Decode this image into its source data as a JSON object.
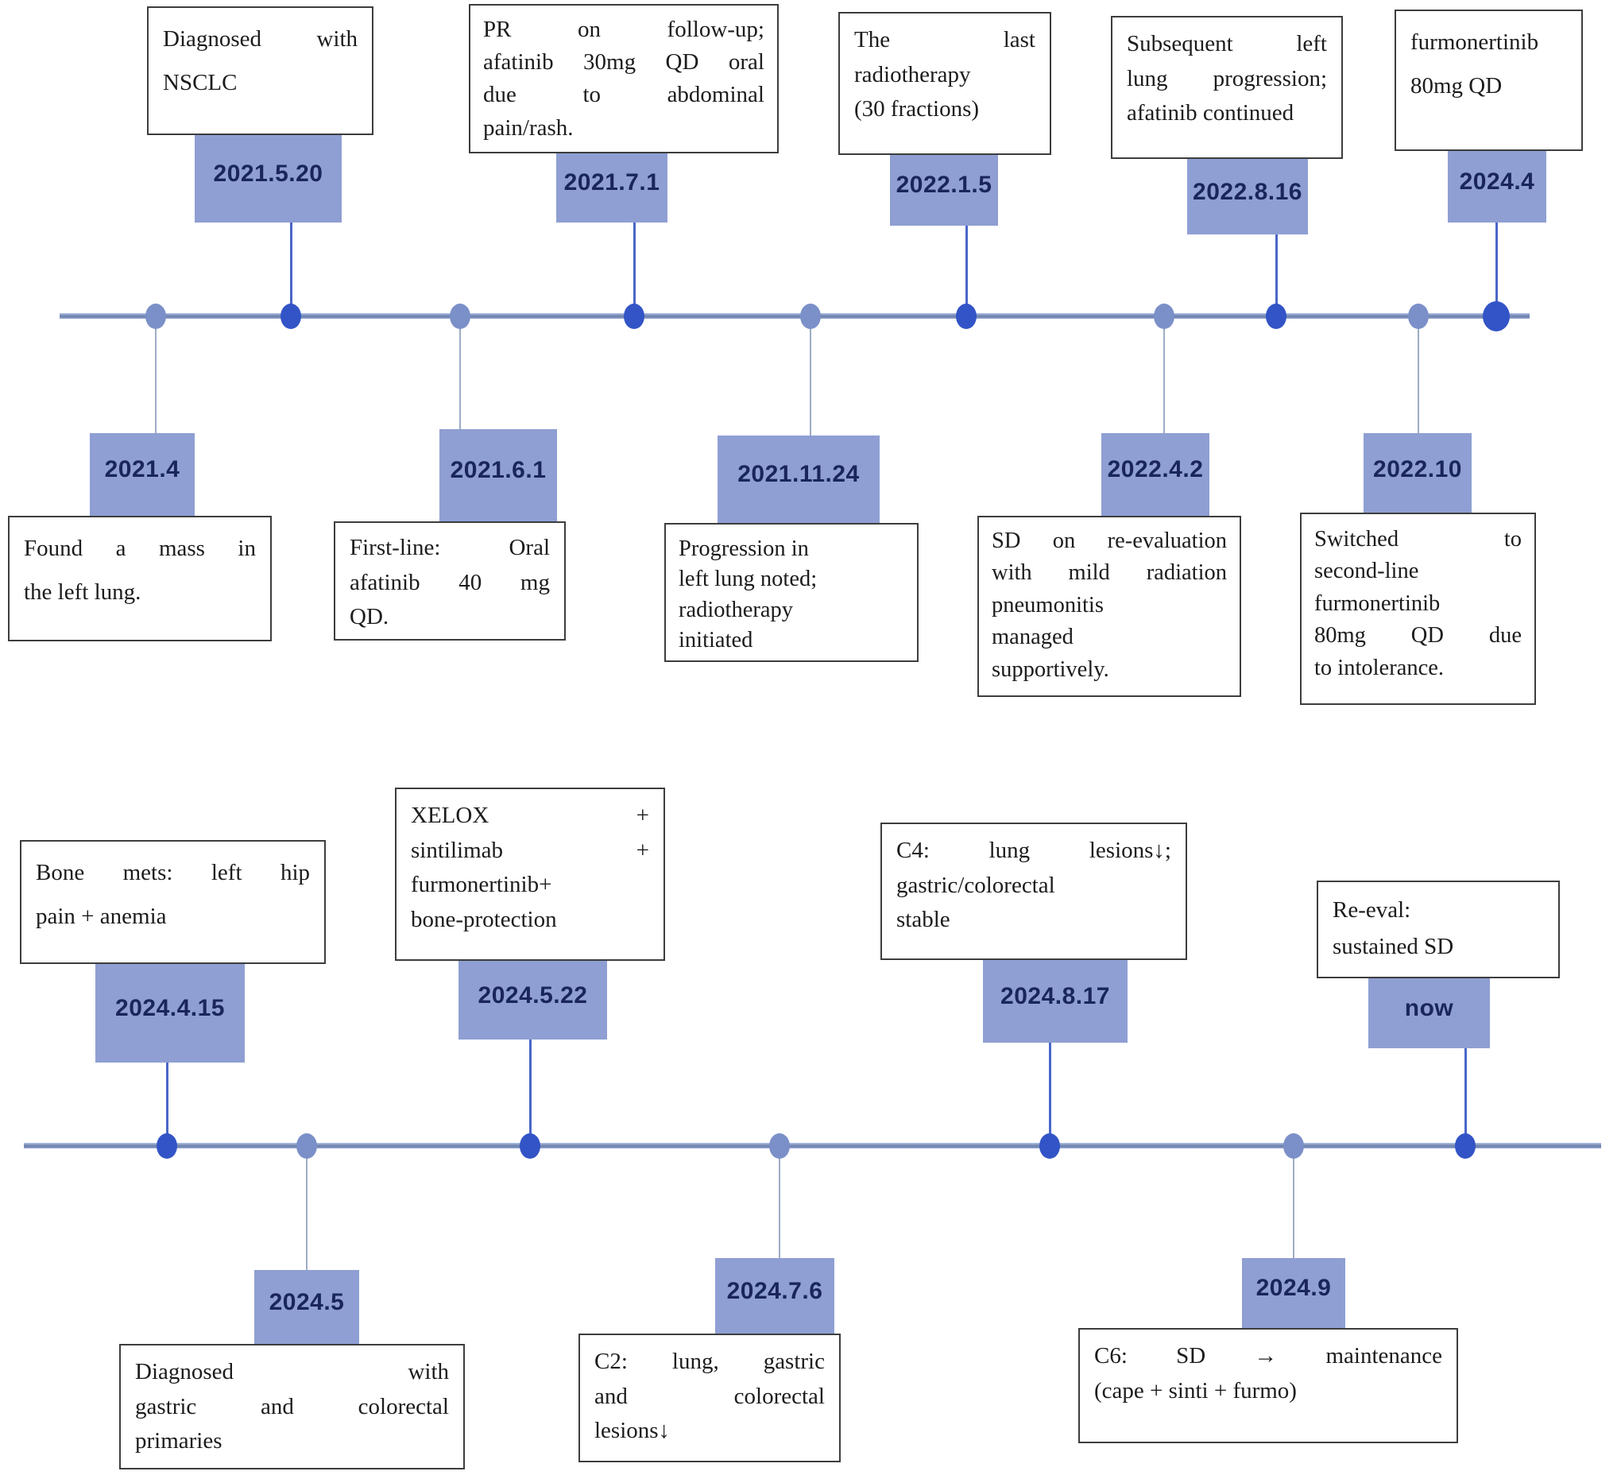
{
  "figure": {
    "type": "timeline-diagram",
    "colors": {
      "date_box_fill": "#8f9fd3",
      "date_text": "#1a265b",
      "dot_dark": "#3354c6",
      "dot_light": "#7b90c8",
      "axis_color": "#697ea9",
      "connector_above": "#4a66c8",
      "connector_below": "#9fabc6",
      "event_box_border": "#3d3d3d"
    },
    "timelines": [
      {
        "id": "nsclc-course",
        "events": [
          {
            "key": "found-mass",
            "date": "2021.4",
            "side": "below",
            "lines": [
              [
                "Found a mass in",
                1
              ],
              [
                "the left lung.",
                0
              ]
            ]
          },
          {
            "key": "diagnosed-nsclc",
            "date": "2021.5.20",
            "side": "above",
            "lines": [
              [
                "Diagnosed with",
                1
              ],
              [
                "NSCLC",
                0
              ]
            ]
          },
          {
            "key": "first-line-afatinib",
            "date": "2021.6.1",
            "side": "below",
            "lines": [
              [
                "First-line: Oral",
                1
              ],
              [
                "afatinib 40 mg",
                1
              ],
              [
                "QD.",
                0
              ]
            ]
          },
          {
            "key": "pr-follow-up",
            "date": "2021.7.1",
            "side": "above",
            "lines": [
              [
                "PR on follow-up;",
                1
              ],
              [
                "afatinib 30mg QD oral",
                1
              ],
              [
                "due to abdominal",
                1
              ],
              [
                "pain/rash.",
                0
              ]
            ]
          },
          {
            "key": "progression-left-lung",
            "date": "2021.11.24",
            "side": "below",
            "lines": [
              [
                "Progression in",
                0
              ],
              [
                "left lung noted;",
                0
              ],
              [
                "radiotherapy",
                0
              ],
              [
                "initiated",
                0
              ]
            ]
          },
          {
            "key": "last-radiotherapy",
            "date": "2022.1.5",
            "side": "above",
            "lines": [
              [
                "The last",
                1
              ],
              [
                "radiotherapy",
                0
              ],
              [
                "(30 fractions)",
                0
              ]
            ]
          },
          {
            "key": "sd-re-evaluation",
            "date": "2022.4.2",
            "side": "below",
            "lines": [
              [
                "SD on re-evaluation",
                1
              ],
              [
                "with mild radiation",
                1
              ],
              [
                "pneumonitis",
                0
              ],
              [
                "managed",
                0
              ],
              [
                "supportively.",
                0
              ]
            ]
          },
          {
            "key": "subsequent-progression",
            "date": "2022.8.16",
            "side": "above",
            "lines": [
              [
                "Subsequent left",
                1
              ],
              [
                "lung progression;",
                1
              ],
              [
                "afatinib continued",
                0
              ]
            ]
          },
          {
            "key": "switch-furmonertinib",
            "date": "2022.10",
            "side": "below",
            "lines": [
              [
                "Switched to",
                1
              ],
              [
                "second-line",
                0
              ],
              [
                "furmonertinib",
                0
              ],
              [
                "80mg QD due",
                1
              ],
              [
                "to intolerance.",
                0
              ]
            ]
          },
          {
            "key": "furmonertinib-80",
            "date": "2024.4",
            "side": "above",
            "lines": [
              [
                "furmonertinib",
                0
              ],
              [
                "80mg QD",
                0
              ]
            ]
          }
        ]
      },
      {
        "id": "gi-course",
        "events": [
          {
            "key": "bone-mets",
            "date": "2024.4.15",
            "side": "above",
            "lines": [
              [
                "Bone mets: left hip",
                1
              ],
              [
                "pain + anemia",
                0
              ]
            ]
          },
          {
            "key": "gi-primaries",
            "date": "2024.5",
            "side": "below",
            "lines": [
              [
                "Diagnosed with",
                1
              ],
              [
                "gastric and colorectal",
                1
              ],
              [
                "primaries",
                0
              ]
            ]
          },
          {
            "key": "xelox-combo",
            "date": "2024.5.22",
            "side": "above",
            "lines": [
              [
                "XELOX +",
                1
              ],
              [
                "sintilimab +",
                1
              ],
              [
                "furmonertinib+",
                0
              ],
              [
                "bone-protection",
                0
              ]
            ]
          },
          {
            "key": "c2-response",
            "date": "2024.7.6",
            "side": "below",
            "lines": [
              [
                "C2: lung, gastric",
                1
              ],
              [
                "and colorectal",
                1
              ],
              [
                "lesions↓",
                0
              ]
            ]
          },
          {
            "key": "c4-response",
            "date": "2024.8.17",
            "side": "above",
            "lines": [
              [
                "C4: lung lesions↓;",
                1
              ],
              [
                "gastric/colorectal",
                0
              ],
              [
                "stable",
                0
              ]
            ]
          },
          {
            "key": "c6-maintenance",
            "date": "2024.9",
            "side": "below",
            "lines": [
              [
                "C6: SD → maintenance",
                1
              ],
              [
                "(cape + sinti + furmo)",
                0
              ]
            ]
          },
          {
            "key": "re-eval-now",
            "date": "now",
            "side": "above",
            "lines": [
              [
                "Re-eval:",
                0
              ],
              [
                "sustained SD",
                0
              ]
            ]
          }
        ]
      }
    ]
  }
}
